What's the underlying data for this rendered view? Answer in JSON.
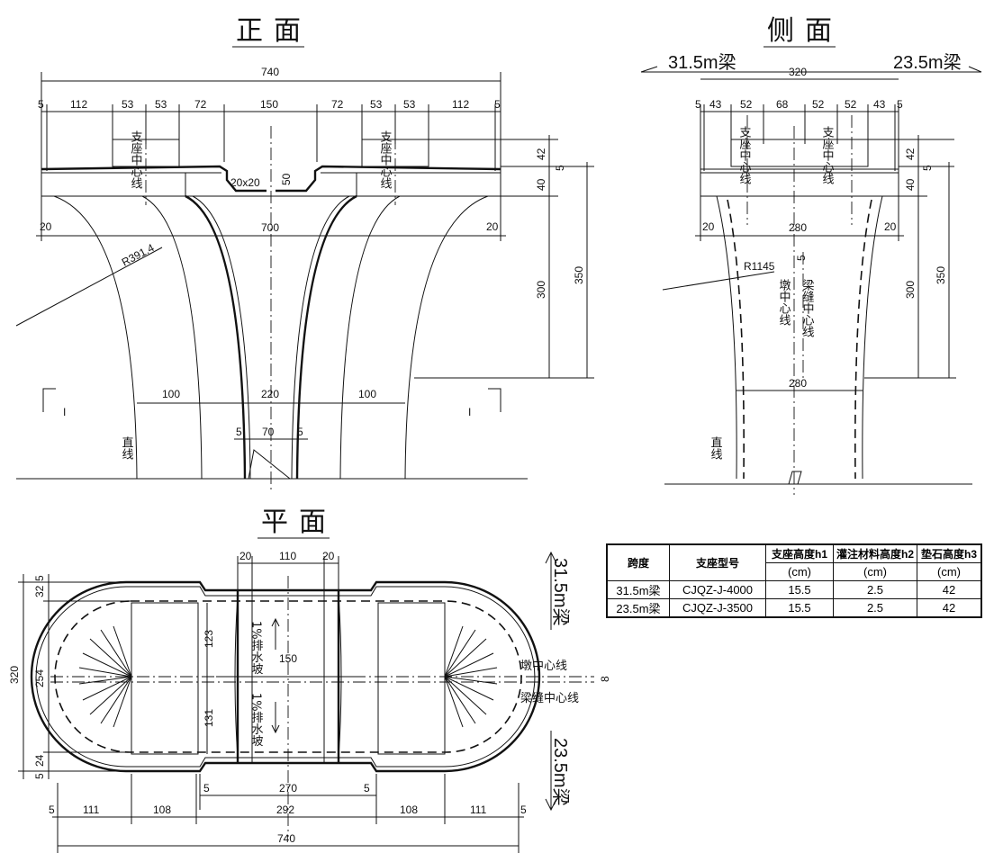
{
  "titles": {
    "front": "正面",
    "side": "侧面",
    "plan": "平面"
  },
  "front": {
    "total_width": "740",
    "top_dims": [
      "5",
      "112",
      "53",
      "53",
      "72",
      "150",
      "72",
      "53",
      "53",
      "112",
      "5"
    ],
    "notch": "20x20",
    "notch_h": "50",
    "cap_h": "40",
    "pad_h": "42",
    "pad_gap": "5",
    "cap_inner": "700",
    "edge_l": "20",
    "edge_r": "20",
    "h300": "300",
    "h350": "350",
    "radius": "R391.4",
    "bottom_dims": [
      "100",
      "220",
      "100"
    ],
    "gap_dims": [
      "5",
      "70",
      "5"
    ],
    "support_label": "支座中心线",
    "straight": "直线",
    "section_mark": "I"
  },
  "side": {
    "beam_left": "31.5m梁",
    "beam_right": "23.5m梁",
    "total_width": "320",
    "top_dims": [
      "5",
      "43",
      "52",
      "68",
      "52",
      "52",
      "43",
      "5"
    ],
    "cap_h": "40",
    "pad_h": "42",
    "pad_gap": "5",
    "edge_l": "20",
    "edge_r": "20",
    "width_280_top": "280",
    "width_280_bot": "280",
    "radius": "R1145",
    "gap_small": "5",
    "h300": "300",
    "h350": "350",
    "label_pier": "墩中心线",
    "label_joint": "梁缝中心线",
    "label_support": "支座中心线",
    "straight": "直线"
  },
  "plan": {
    "top_dims": [
      "20",
      "110",
      "20"
    ],
    "left_dims": [
      "5",
      "32",
      "123",
      "131",
      "24",
      "5"
    ],
    "total_h": "320",
    "inner_h": "254",
    "center_w": "150",
    "inner_w": "270",
    "inner_gaps": [
      "5",
      "5"
    ],
    "bottom_dims": [
      "5",
      "111",
      "108",
      "292",
      "108",
      "111",
      "5"
    ],
    "total_w": "740",
    "drain": "1%排水坡",
    "pier_center": "墩中心线",
    "joint_center": "梁缝中心线",
    "offset": "8",
    "beam_top": "31.5m梁",
    "beam_bottom": "23.5m梁"
  },
  "table": {
    "headers": [
      "跨度",
      "支座型号",
      "支座高度h1",
      "灌注材料高度h2",
      "垫石高度h3"
    ],
    "units": [
      "(cm)",
      "(cm)",
      "(cm)"
    ],
    "rows": [
      [
        "31.5m梁",
        "CJQZ-J-4000",
        "15.5",
        "2.5",
        "42"
      ],
      [
        "23.5m梁",
        "CJQZ-J-3500",
        "15.5",
        "2.5",
        "42"
      ]
    ]
  }
}
